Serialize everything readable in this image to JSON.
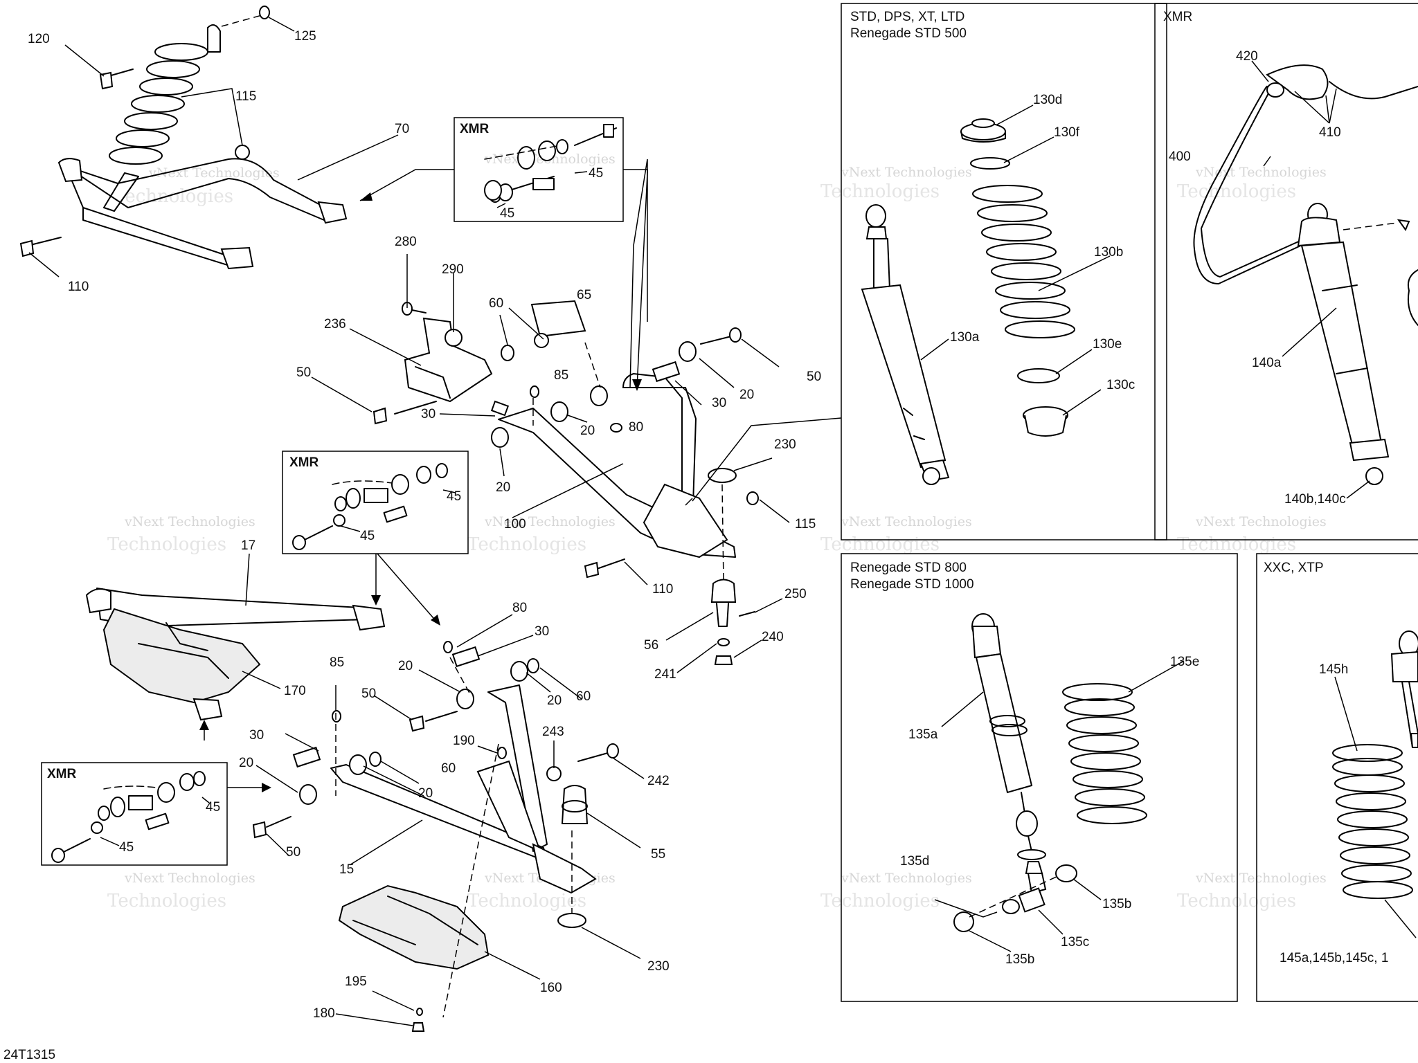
{
  "diagram_id": "24T1315",
  "panels": {
    "p1": {
      "title_line1": "STD, DPS, XT, LTD",
      "title_line2": "Renegade STD 500"
    },
    "p2": {
      "title_line1": "XMR"
    },
    "p3": {
      "title_line1": "Renegade STD 800",
      "title_line2": "Renegade STD 1000"
    },
    "p4": {
      "title_line1": "XXC, XTP"
    }
  },
  "inset_label": "XMR",
  "watermark": "vNext Technologies",
  "watermark_sub": "Technologies",
  "labels": {
    "l120": "120",
    "l125": "125",
    "l115a": "115",
    "l70": "70",
    "l110a": "110",
    "l45a": "45",
    "l45b": "45",
    "l280": "280",
    "l290": "290",
    "l236": "236",
    "l60a": "60",
    "l65": "65",
    "l50a": "50",
    "l85a": "85",
    "l30a": "30",
    "l20a": "20",
    "l20b": "20",
    "l20c": "20",
    "l30b": "30",
    "l50b": "50",
    "l80a": "80",
    "l230a": "230",
    "l45c": "45",
    "l45d": "45",
    "l100": "100",
    "l115b": "115",
    "l110b": "110",
    "l250": "250",
    "l56": "56",
    "l240": "240",
    "l241": "241",
    "l17": "17",
    "l170": "170",
    "l80b": "80",
    "l30c": "30",
    "l20d": "20",
    "l20e": "20",
    "l60b": "60",
    "l50c": "50",
    "l85b": "85",
    "l30d": "30",
    "l190": "190",
    "l60c": "60",
    "l20f": "20",
    "l243": "243",
    "l242": "242",
    "l20g": "20",
    "l45e": "45",
    "l45f": "45",
    "l50d": "50",
    "l15": "15",
    "l55": "55",
    "l230b": "230",
    "l160": "160",
    "l195": "195",
    "l180": "180",
    "l130d": "130d",
    "l130f": "130f",
    "l130b": "130b",
    "l130a": "130a",
    "l130e": "130e",
    "l130c": "130c",
    "l420": "420",
    "l410": "410",
    "l400": "400",
    "l140a": "140a",
    "l140bc": "140b,140c",
    "l135e": "135e",
    "l135a": "135a",
    "l135d": "135d",
    "l135b1": "135b",
    "l135c": "135c",
    "l135b2": "135b",
    "l145h": "145h",
    "l145abc": "145a,145b,145c, 1"
  }
}
